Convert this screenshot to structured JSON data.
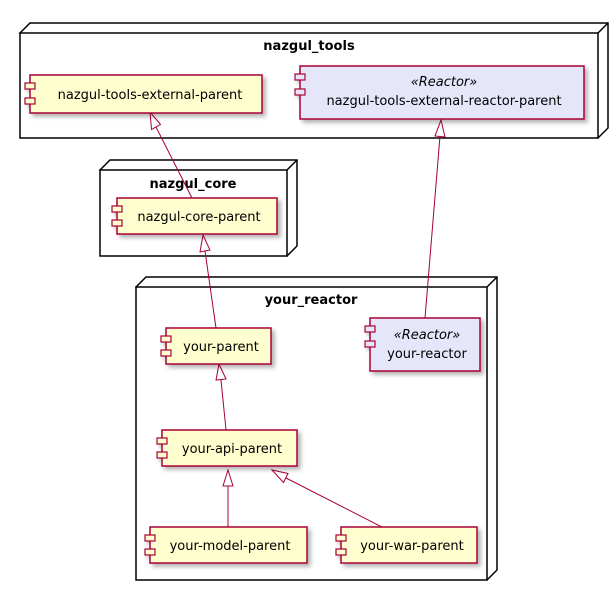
{
  "colors": {
    "node_fill": "#ffffff",
    "node_stroke": "#000000",
    "component_fill": "#fefece",
    "component_stroke": "#a80036",
    "reactor_fill": "#e6e6fa",
    "edge_stroke": "#a80036"
  },
  "nodes": {
    "nazgul_tools": {
      "title": "nazgul_tools"
    },
    "nazgul_core": {
      "title": "nazgul_core"
    },
    "your_reactor": {
      "title": "your_reactor"
    }
  },
  "components": {
    "nazgul_tools_external_parent": {
      "label": "nazgul-tools-external-parent"
    },
    "nazgul_tools_external_reactor_parent": {
      "stereotype": "«Reactor»",
      "label": "nazgul-tools-external-reactor-parent"
    },
    "nazgul_core_parent": {
      "label": "nazgul-core-parent"
    },
    "your_parent": {
      "label": "your-parent"
    },
    "your_reactor": {
      "stereotype": "«Reactor»",
      "label": "your-reactor"
    },
    "your_api_parent": {
      "label": "your-api-parent"
    },
    "your_model_parent": {
      "label": "your-model-parent"
    },
    "your_war_parent": {
      "label": "your-war-parent"
    }
  },
  "relations": [
    {
      "from": "nazgul-core-parent",
      "to": "nazgul-tools-external-parent",
      "type": "inheritance"
    },
    {
      "from": "your-reactor",
      "to": "nazgul-tools-external-reactor-parent",
      "type": "inheritance"
    },
    {
      "from": "your-parent",
      "to": "nazgul-core-parent",
      "type": "inheritance"
    },
    {
      "from": "your-api-parent",
      "to": "your-parent",
      "type": "inheritance"
    },
    {
      "from": "your-model-parent",
      "to": "your-api-parent",
      "type": "inheritance"
    },
    {
      "from": "your-war-parent",
      "to": "your-api-parent",
      "type": "inheritance"
    }
  ]
}
